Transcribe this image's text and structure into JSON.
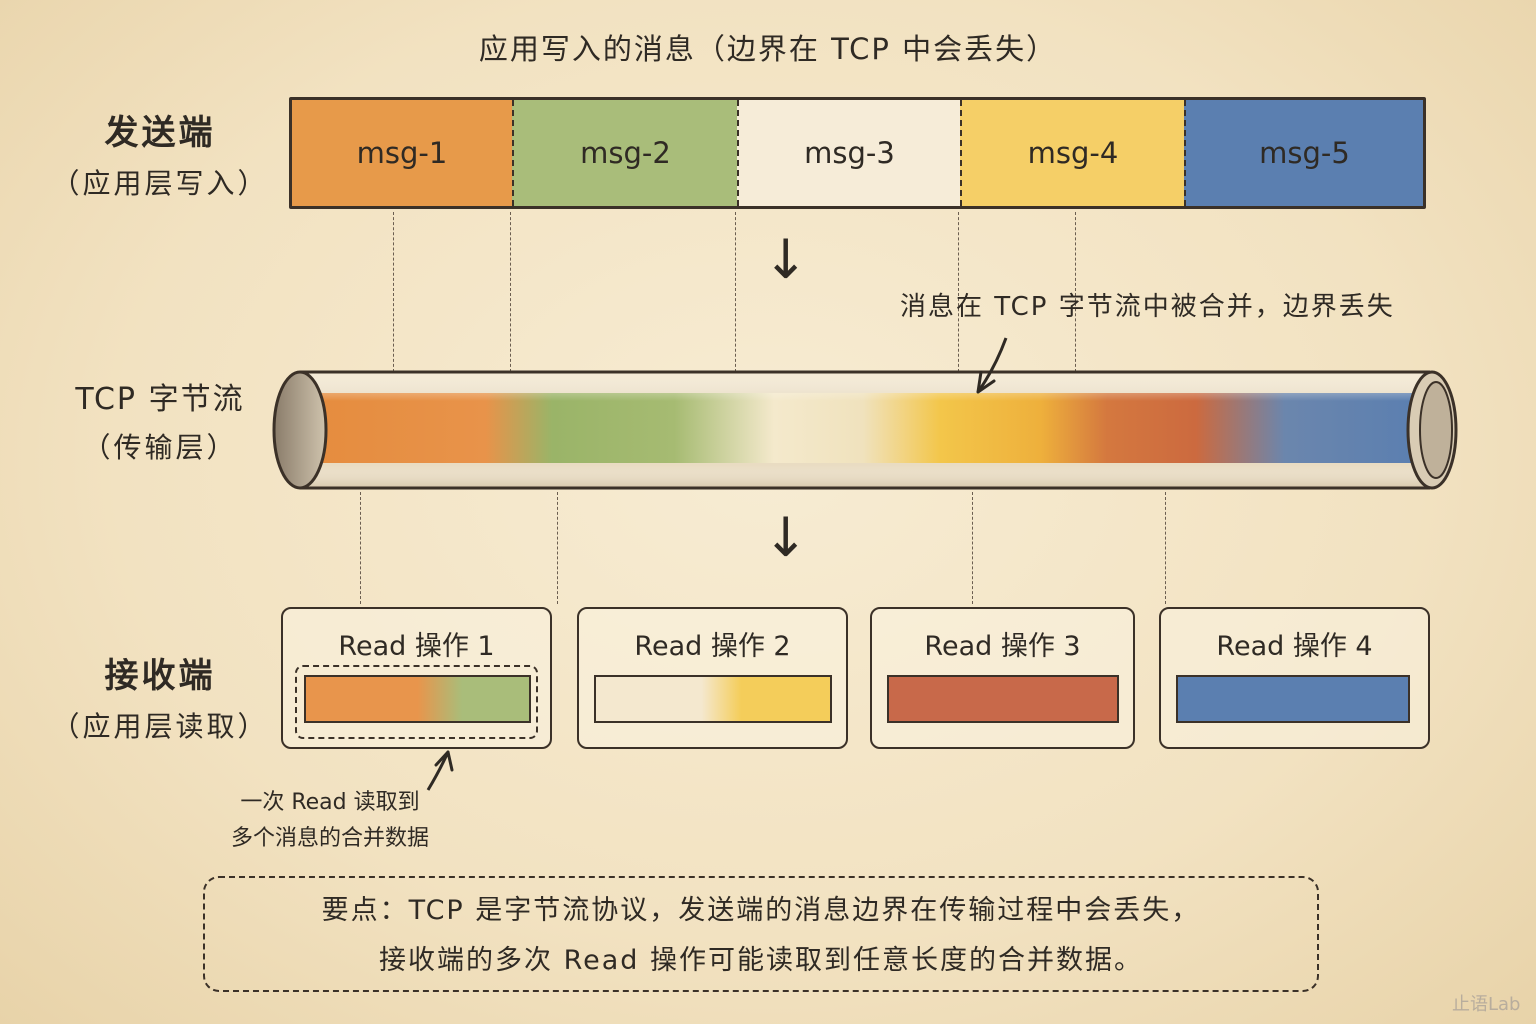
{
  "title": "应用写入的消息（边界在 TCP 中会丢失）",
  "sender": {
    "label": "发送端",
    "sub": "（应用层写入）"
  },
  "messages": [
    {
      "label": "msg-1",
      "color": "#e79a4a"
    },
    {
      "label": "msg-2",
      "color": "#a9bd7a"
    },
    {
      "label": "msg-3",
      "color": "#f6ecd8"
    },
    {
      "label": "msg-4",
      "color": "#f5cf67"
    },
    {
      "label": "msg-5",
      "color": "#5b7fb0"
    }
  ],
  "stream": {
    "label": "TCP 字节流",
    "sub": "（传输层）",
    "note": "消息在 TCP 字节流中被合并，边界丢失",
    "colors": [
      "#e58c3e",
      "#9ab468",
      "#f4e9cc",
      "#f3c64a",
      "#cc6a3f",
      "#5b7fb0"
    ]
  },
  "receiver": {
    "label": "接收端",
    "sub": "（应用层读取）"
  },
  "reads": [
    {
      "label": "Read 操作 1"
    },
    {
      "label": "Read 操作 2"
    },
    {
      "label": "Read 操作 3"
    },
    {
      "label": "Read 操作 4"
    }
  ],
  "read_note": {
    "line1": "一次 Read 读取到",
    "line2": "多个消息的合并数据"
  },
  "summary": {
    "line1": "要点：TCP 是字节流协议，发送端的消息边界在传输过程中会丢失，",
    "line2": "接收端的多次 Read 操作可能读取到任意长度的合并数据。"
  },
  "watermark": "止语Lab"
}
